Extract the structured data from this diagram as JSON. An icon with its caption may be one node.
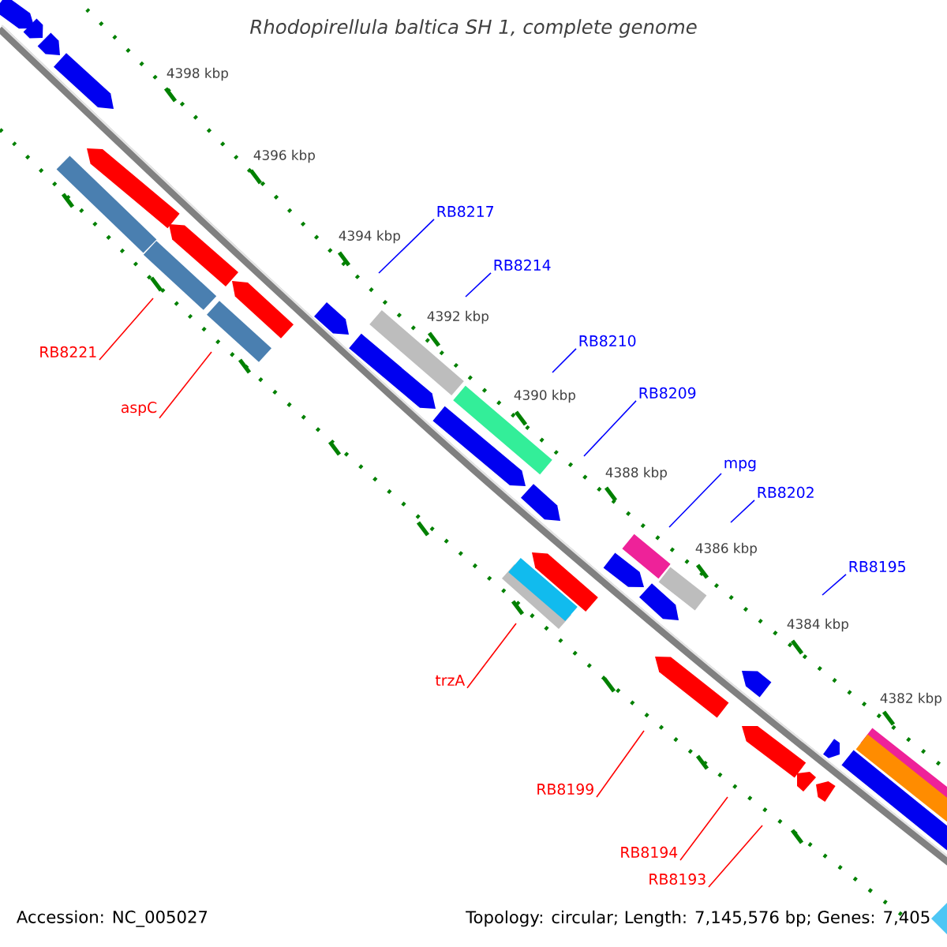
{
  "diagram": {
    "title": "*Rhodopirellula baltica* SH 1, complete genome",
    "nodes": [
      {
        "text": [
          "RB8217"
        ]
      },
      {
        "text": [
          "RB8214"
        ]
      },
      {
        "text": [
          "RB8210"
        ]
      },
      {
        "text": [
          "RB8221"
        ]
      },
      {
        "text": [
          "RB8209"
        ]
      },
      {
        "text": [
          "aspC"
        ]
      },
      {
        "text": [
          "mpg"
        ]
      },
      {
        "text": [
          "RB8202"
        ]
      },
      {
        "text": [
          "RB8195"
        ]
      },
      {
        "text": [
          "trzA"
        ]
      },
      {
        "text": [
          "RB8199"
        ]
      },
      {
        "text": [
          "RB8194"
        ]
      },
      {
        "text": [
          "RB8193"
        ]
      }
    ],
    "edges": [
      {
        "from": 0,
        "to": null,
        "arrow": "none",
        "color": "#0000ff"
      },
      {
        "from": 1,
        "to": null,
        "arrow": "none",
        "color": "#0000ff"
      },
      {
        "from": 2,
        "to": null,
        "arrow": "none",
        "color": "#0000ff"
      },
      {
        "from": 3,
        "to": null,
        "arrow": "none",
        "color": "#ff0000"
      },
      {
        "from": 4,
        "to": null,
        "arrow": "none",
        "color": "#0000ff"
      },
      {
        "from": 5,
        "to": null,
        "arrow": "none",
        "color": "#ff0000"
      },
      {
        "from": 6,
        "to": null,
        "arrow": "none",
        "color": "#0000ff"
      },
      {
        "from": 7,
        "to": null,
        "arrow": "none",
        "color": "#0000ff"
      },
      {
        "from": 8,
        "to": null,
        "arrow": "none",
        "color": "#0000ff"
      },
      {
        "from": 9,
        "to": null,
        "arrow": "none",
        "color": "#ff0000"
      },
      {
        "from": 10,
        "to": null,
        "arrow": "none",
        "color": "#ff0000"
      },
      {
        "from": 11,
        "to": null,
        "arrow": "none",
        "color": "#ff0000"
      },
      {
        "from": 12,
        "to": null,
        "arrow": "none",
        "color": "#ff0000"
      }
    ],
    "labels": [
      "4398 kbp",
      "4396 kbp",
      "4394 kbp",
      "4392 kbp",
      "4390 kbp",
      "4388 kbp",
      "4386 kbp",
      "4384 kbp",
      "4382 kbp",
      "Accession: NC_005027",
      "Topology: circular; Length: 7,145,576 bp; Genes: 7,405"
    ]
  }
}
